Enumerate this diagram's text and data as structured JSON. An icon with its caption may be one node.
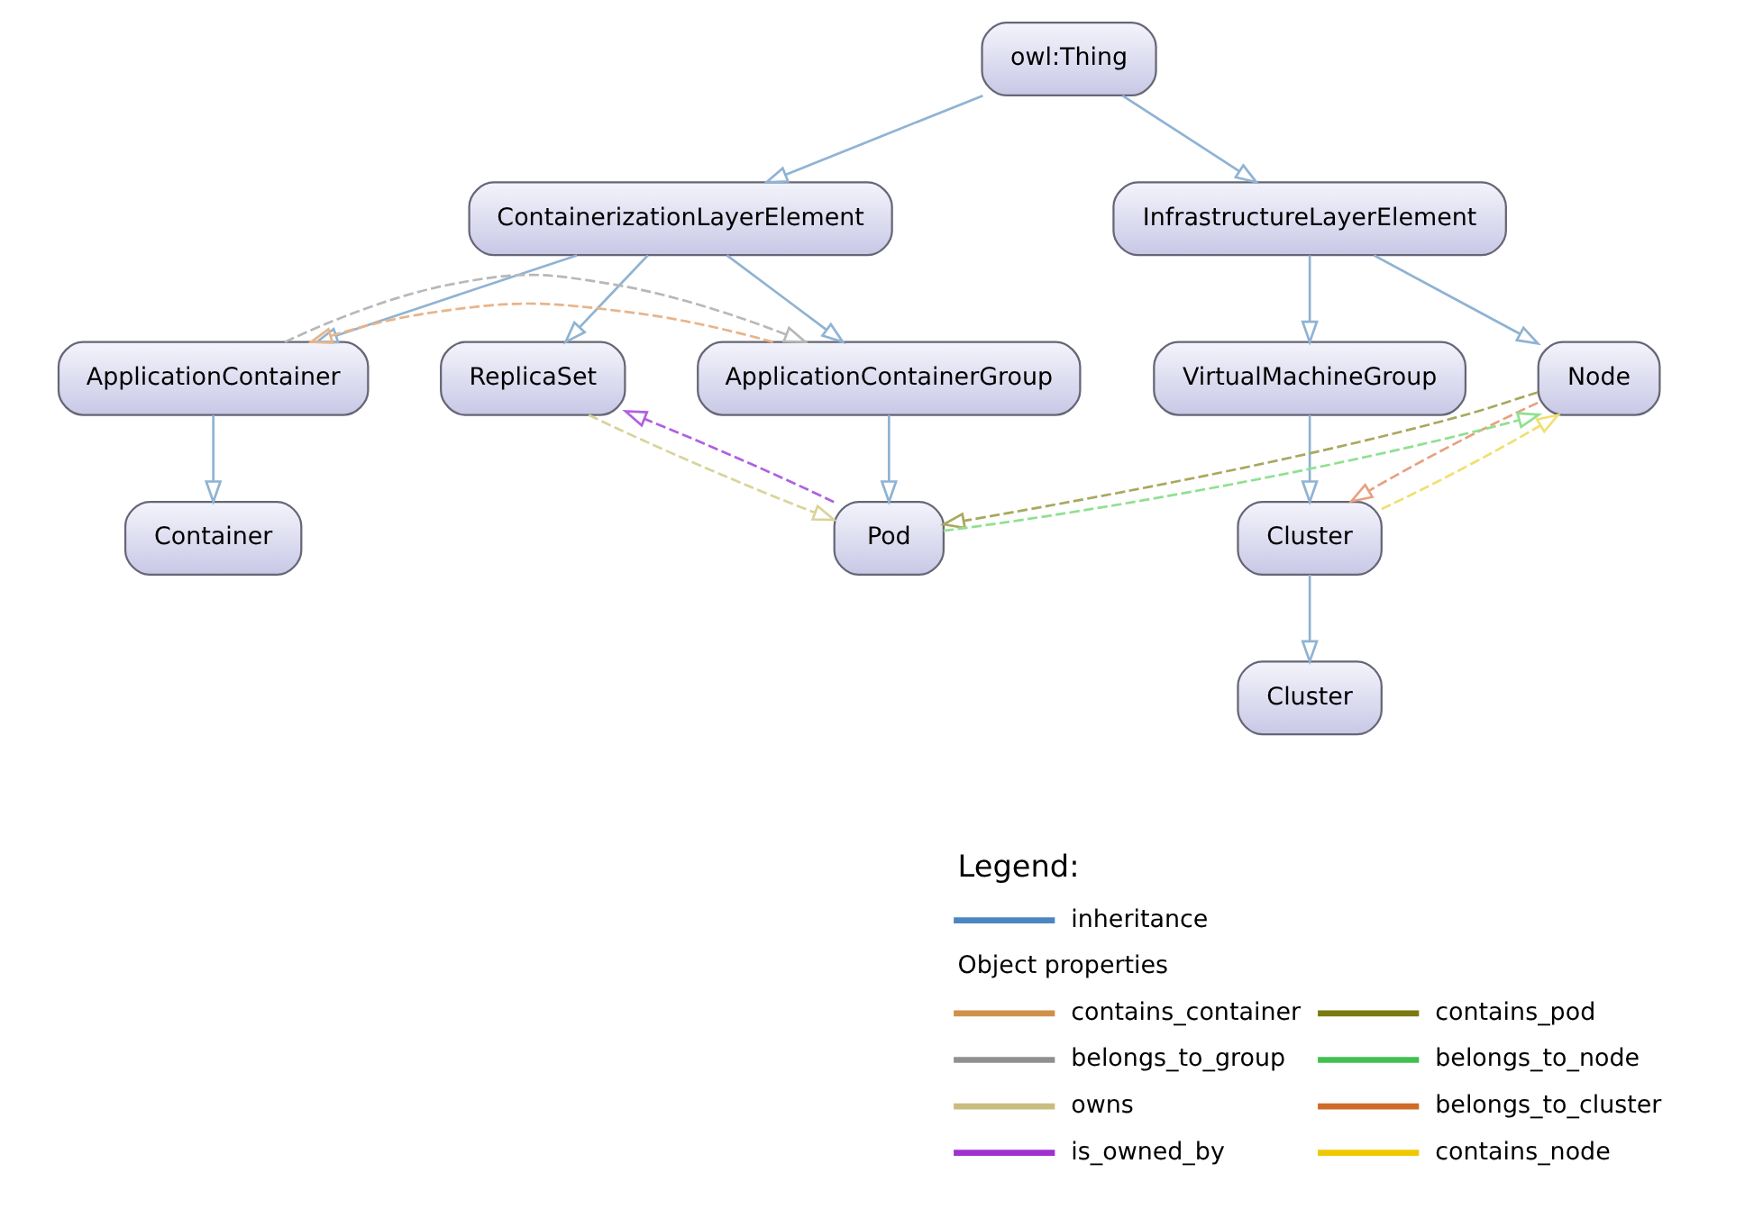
{
  "diagram": {
    "nodes": [
      {
        "text": [
          "owl:Thing"
        ]
      },
      {
        "text": [
          "ContainerizationLayerElement"
        ]
      },
      {
        "text": [
          "InfrastructureLayerElement"
        ]
      },
      {
        "text": [
          "ApplicationContainer"
        ]
      },
      {
        "text": [
          "ReplicaSet"
        ]
      },
      {
        "text": [
          "ApplicationContainerGroup"
        ]
      },
      {
        "text": [
          "VirtualMachineGroup"
        ]
      },
      {
        "text": [
          "Node"
        ]
      },
      {
        "text": [
          "Container"
        ]
      },
      {
        "text": [
          "Pod"
        ]
      },
      {
        "text": [
          "Cluster"
        ]
      },
      {
        "text": [
          "Cluster"
        ]
      }
    ],
    "edges": [
      {
        "from": 0,
        "to": 1,
        "arrow": "to"
      },
      {
        "from": 0,
        "to": 2,
        "arrow": "to"
      },
      {
        "from": 1,
        "to": 3,
        "arrow": "to"
      },
      {
        "from": 1,
        "to": 5,
        "arrow": "to"
      },
      {
        "from": 1,
        "to": 4,
        "arrow": "to"
      },
      {
        "from": 3,
        "to": 8,
        "arrow": "to"
      },
      {
        "from": 5,
        "to": 9,
        "arrow": "to"
      },
      {
        "from": 2,
        "to": 7,
        "arrow": "to"
      },
      {
        "from": 2,
        "to": 6,
        "arrow": "to"
      },
      {
        "from": 6,
        "to": 10,
        "arrow": "to"
      },
      {
        "from": 10,
        "to": 11,
        "arrow": "to"
      },
      {
        "from": 5,
        "to": 3,
        "arrow": "to",
        "style": "dashed",
        "color": "#e8b48a"
      },
      {
        "from": 3,
        "to": 5,
        "arrow": "to",
        "style": "dashed",
        "color": "#b8b8b8"
      },
      {
        "from": 4,
        "to": 9,
        "arrow": "to",
        "style": "dashed",
        "color": "#d8d49a"
      },
      {
        "from": 9,
        "to": 4,
        "arrow": "to",
        "style": "dashed",
        "color": "#b060e0"
      },
      {
        "from": 7,
        "to": 9,
        "arrow": "to",
        "style": "dashed",
        "color": "#a8a860"
      },
      {
        "from": 9,
        "to": 7,
        "arrow": "to",
        "style": "dashed",
        "color": "#90e090"
      },
      {
        "from": 7,
        "to": 10,
        "arrow": "to",
        "style": "dashed",
        "color": "#e8a080"
      },
      {
        "from": 10,
        "to": 7,
        "arrow": "to",
        "style": "dashed",
        "color": "#f0e070"
      }
    ],
    "labels": [
      "Legend:",
      "Object properties"
    ],
    "legend": [
      {
        "text": "inheritance"
      },
      {
        "text": "contains_container"
      },
      {
        "text": "contains_pod"
      },
      {
        "text": "belongs_to_group"
      },
      {
        "text": "belongs_to_node"
      },
      {
        "text": "owns"
      },
      {
        "text": "belongs_to_cluster"
      },
      {
        "text": "is_owned_by"
      },
      {
        "text": "contains_node"
      }
    ]
  }
}
